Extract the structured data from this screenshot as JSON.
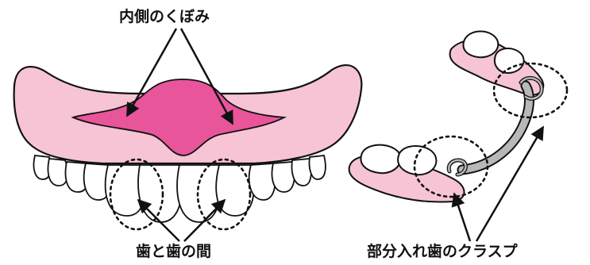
{
  "labels": {
    "inner_hollow": "内側のくぼみ",
    "between_teeth": "歯と歯の間",
    "partial_denture_clasp": "部分入れ歯のクラスプ"
  },
  "colors": {
    "gum_pink": "#f6c4d4",
    "palate_magenta": "#e8559a",
    "tooth_white": "#ffffff",
    "outline": "#111111",
    "clasp_gray": "#b8b8b8"
  },
  "icons": {
    "full_denture": "full-denture-illustration",
    "partial_denture": "partial-denture-illustration"
  }
}
